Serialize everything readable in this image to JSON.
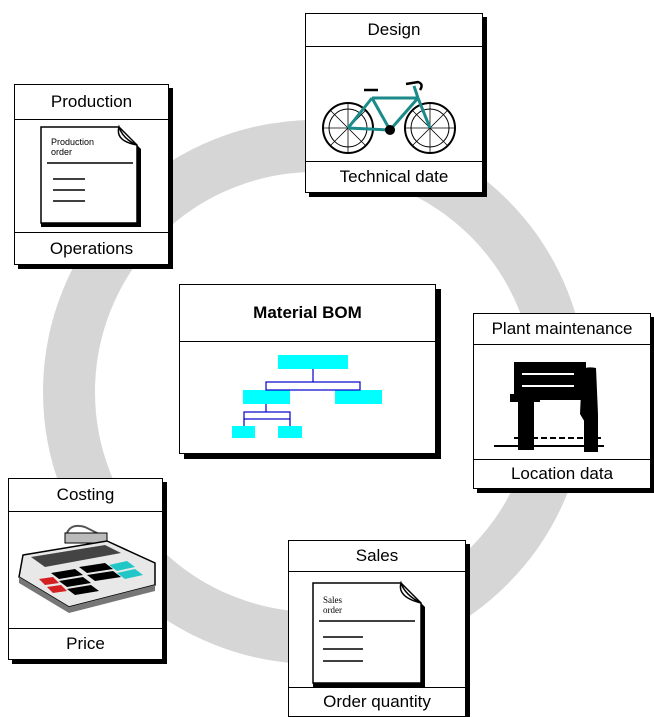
{
  "center": {
    "title": "Material BOM"
  },
  "design": {
    "title": "Design",
    "caption": "Technical date"
  },
  "production": {
    "title": "Production",
    "caption": "Operations",
    "doc_line1": "Production",
    "doc_line2": "order"
  },
  "plant": {
    "title": "Plant maintenance",
    "caption": "Location data"
  },
  "costing": {
    "title": "Costing",
    "caption": "Price"
  },
  "sales": {
    "title": "Sales",
    "caption": "Order quantity",
    "doc_line1": "Sales",
    "doc_line2": "order"
  },
  "colors": {
    "ring": "#d6d6d6",
    "bom_node": "#00ffff",
    "bom_line": "#0000cc"
  },
  "icons": {
    "design": "bicycle-icon",
    "production": "document-icon",
    "plant": "machine-icon",
    "costing": "calculator-icon",
    "sales": "document-icon"
  }
}
